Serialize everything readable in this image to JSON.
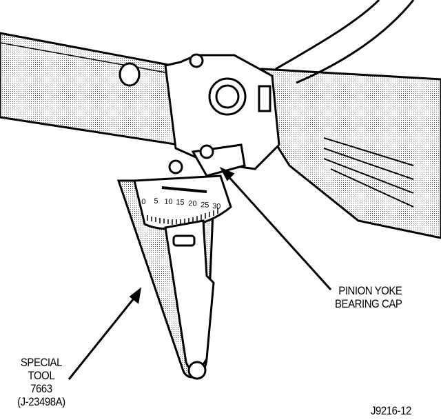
{
  "figure_id": "J9216-12",
  "callouts": {
    "pinion_yoke": {
      "line1": "PINION YOKE",
      "line2": "BEARING CAP"
    },
    "special_tool": {
      "line1": "SPECIAL",
      "line2": "TOOL",
      "line3": "7663",
      "line4": "(J-23498A)"
    }
  },
  "gauge": {
    "scale_labels": [
      "0",
      "5",
      "10",
      "15",
      "20",
      "25",
      "30"
    ]
  }
}
